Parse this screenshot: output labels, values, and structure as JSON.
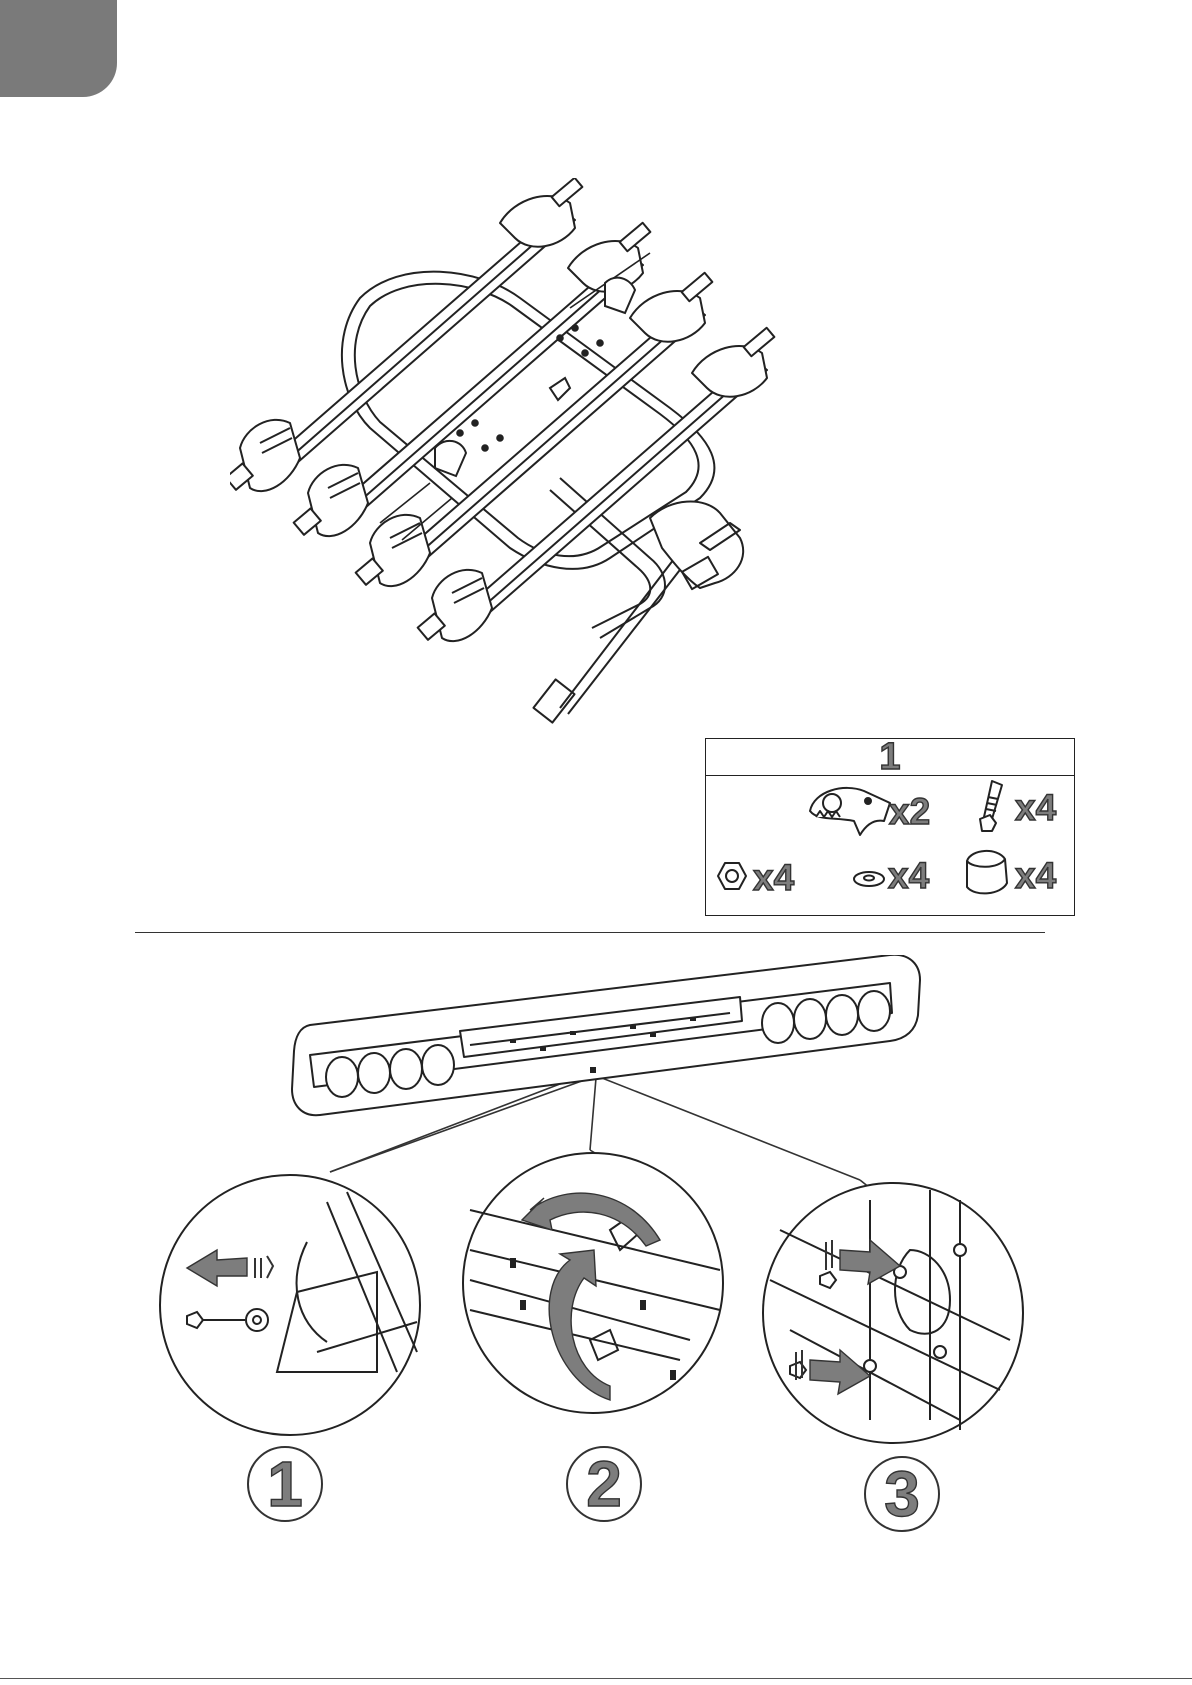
{
  "parts_box": {
    "title": "1",
    "items": [
      {
        "icon": "ratchet-clamp-icon",
        "qty": "x2"
      },
      {
        "icon": "bolt-icon",
        "qty": "x4"
      },
      {
        "icon": "hex-nut-icon",
        "qty": "x4"
      },
      {
        "icon": "washer-icon",
        "qty": "x4"
      },
      {
        "icon": "end-cap-icon",
        "qty": "x4"
      }
    ]
  },
  "steps": [
    {
      "number": "1",
      "icon": "remove-arrow-icon"
    },
    {
      "number": "2",
      "icon": "rotate-arrow-icon"
    },
    {
      "number": "3",
      "icon": "insert-arrow-icon"
    }
  ],
  "colors": {
    "accent_gray": "#7d7d7d",
    "line": "#222222"
  }
}
